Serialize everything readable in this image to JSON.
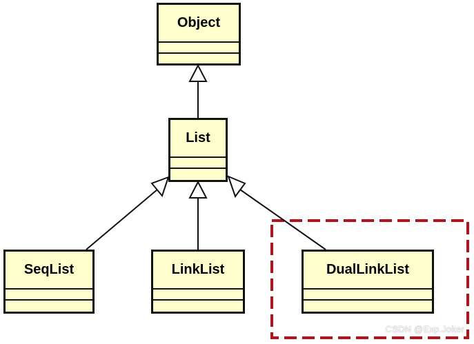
{
  "classes": {
    "object": "Object",
    "list": "List",
    "seqlist": "SeqList",
    "linklist": "LinkList",
    "duallinklist": "DualLinkList"
  },
  "relations": [
    {
      "from": "List",
      "to": "Object",
      "type": "generalization"
    },
    {
      "from": "SeqList",
      "to": "List",
      "type": "generalization"
    },
    {
      "from": "LinkList",
      "to": "List",
      "type": "generalization"
    },
    {
      "from": "DualLinkList",
      "to": "List",
      "type": "generalization"
    }
  ],
  "highlight": {
    "target": "DualLinkList",
    "style": "dashed",
    "color": "#b5121b"
  },
  "colors": {
    "class_fill": "#ffffcc",
    "border": "#111111",
    "highlight": "#b5121b"
  },
  "watermark": "CSDN @Exp.Joker"
}
